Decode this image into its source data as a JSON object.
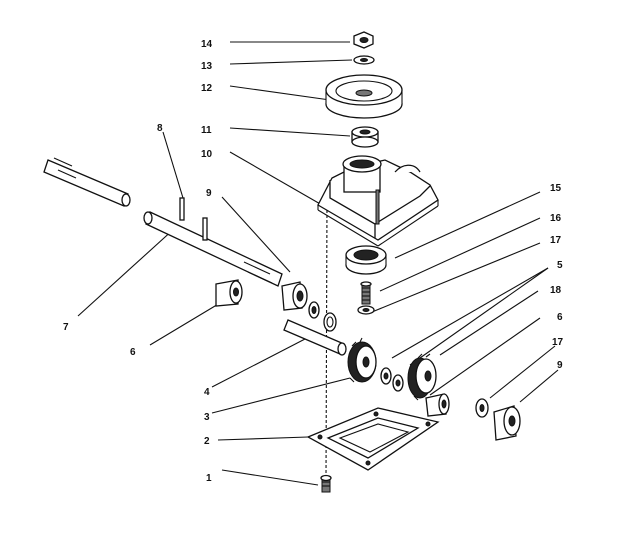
{
  "labels": {
    "l14": "14",
    "l13": "13",
    "l12": "12",
    "l11": "11",
    "l10": "10",
    "l8": "8",
    "l9a": "9",
    "l7": "7",
    "l6a": "6",
    "l4": "4",
    "l3": "3",
    "l2": "2",
    "l1": "1",
    "l15": "15",
    "l16": "16",
    "l17a": "17",
    "l5": "5",
    "l18": "18",
    "l6b": "6",
    "l17b": "17",
    "l9b": "9"
  }
}
